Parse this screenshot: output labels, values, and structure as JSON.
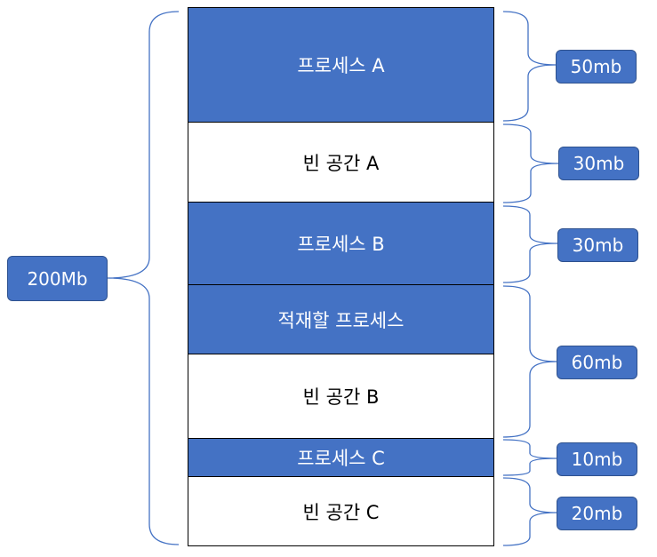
{
  "colors": {
    "fill": "#4472c4",
    "box_border": "#2f528f",
    "brace": "#4472c4",
    "outline": "#000000"
  },
  "memory": {
    "total": "200Mb",
    "blocks": [
      {
        "label": "프로세스 A",
        "kind": "process"
      },
      {
        "label": "빈 공간 A",
        "kind": "free"
      },
      {
        "label": "프로세스 B",
        "kind": "process"
      },
      {
        "label": "적재할 프로세스",
        "kind": "process"
      },
      {
        "label": "빈 공간 B",
        "kind": "free"
      },
      {
        "label": "프로세스 C",
        "kind": "process"
      },
      {
        "label": "빈 공간 C",
        "kind": "free"
      }
    ],
    "sizes": [
      "50mb",
      "30mb",
      "30mb",
      "60mb",
      "10mb",
      "20mb"
    ]
  }
}
